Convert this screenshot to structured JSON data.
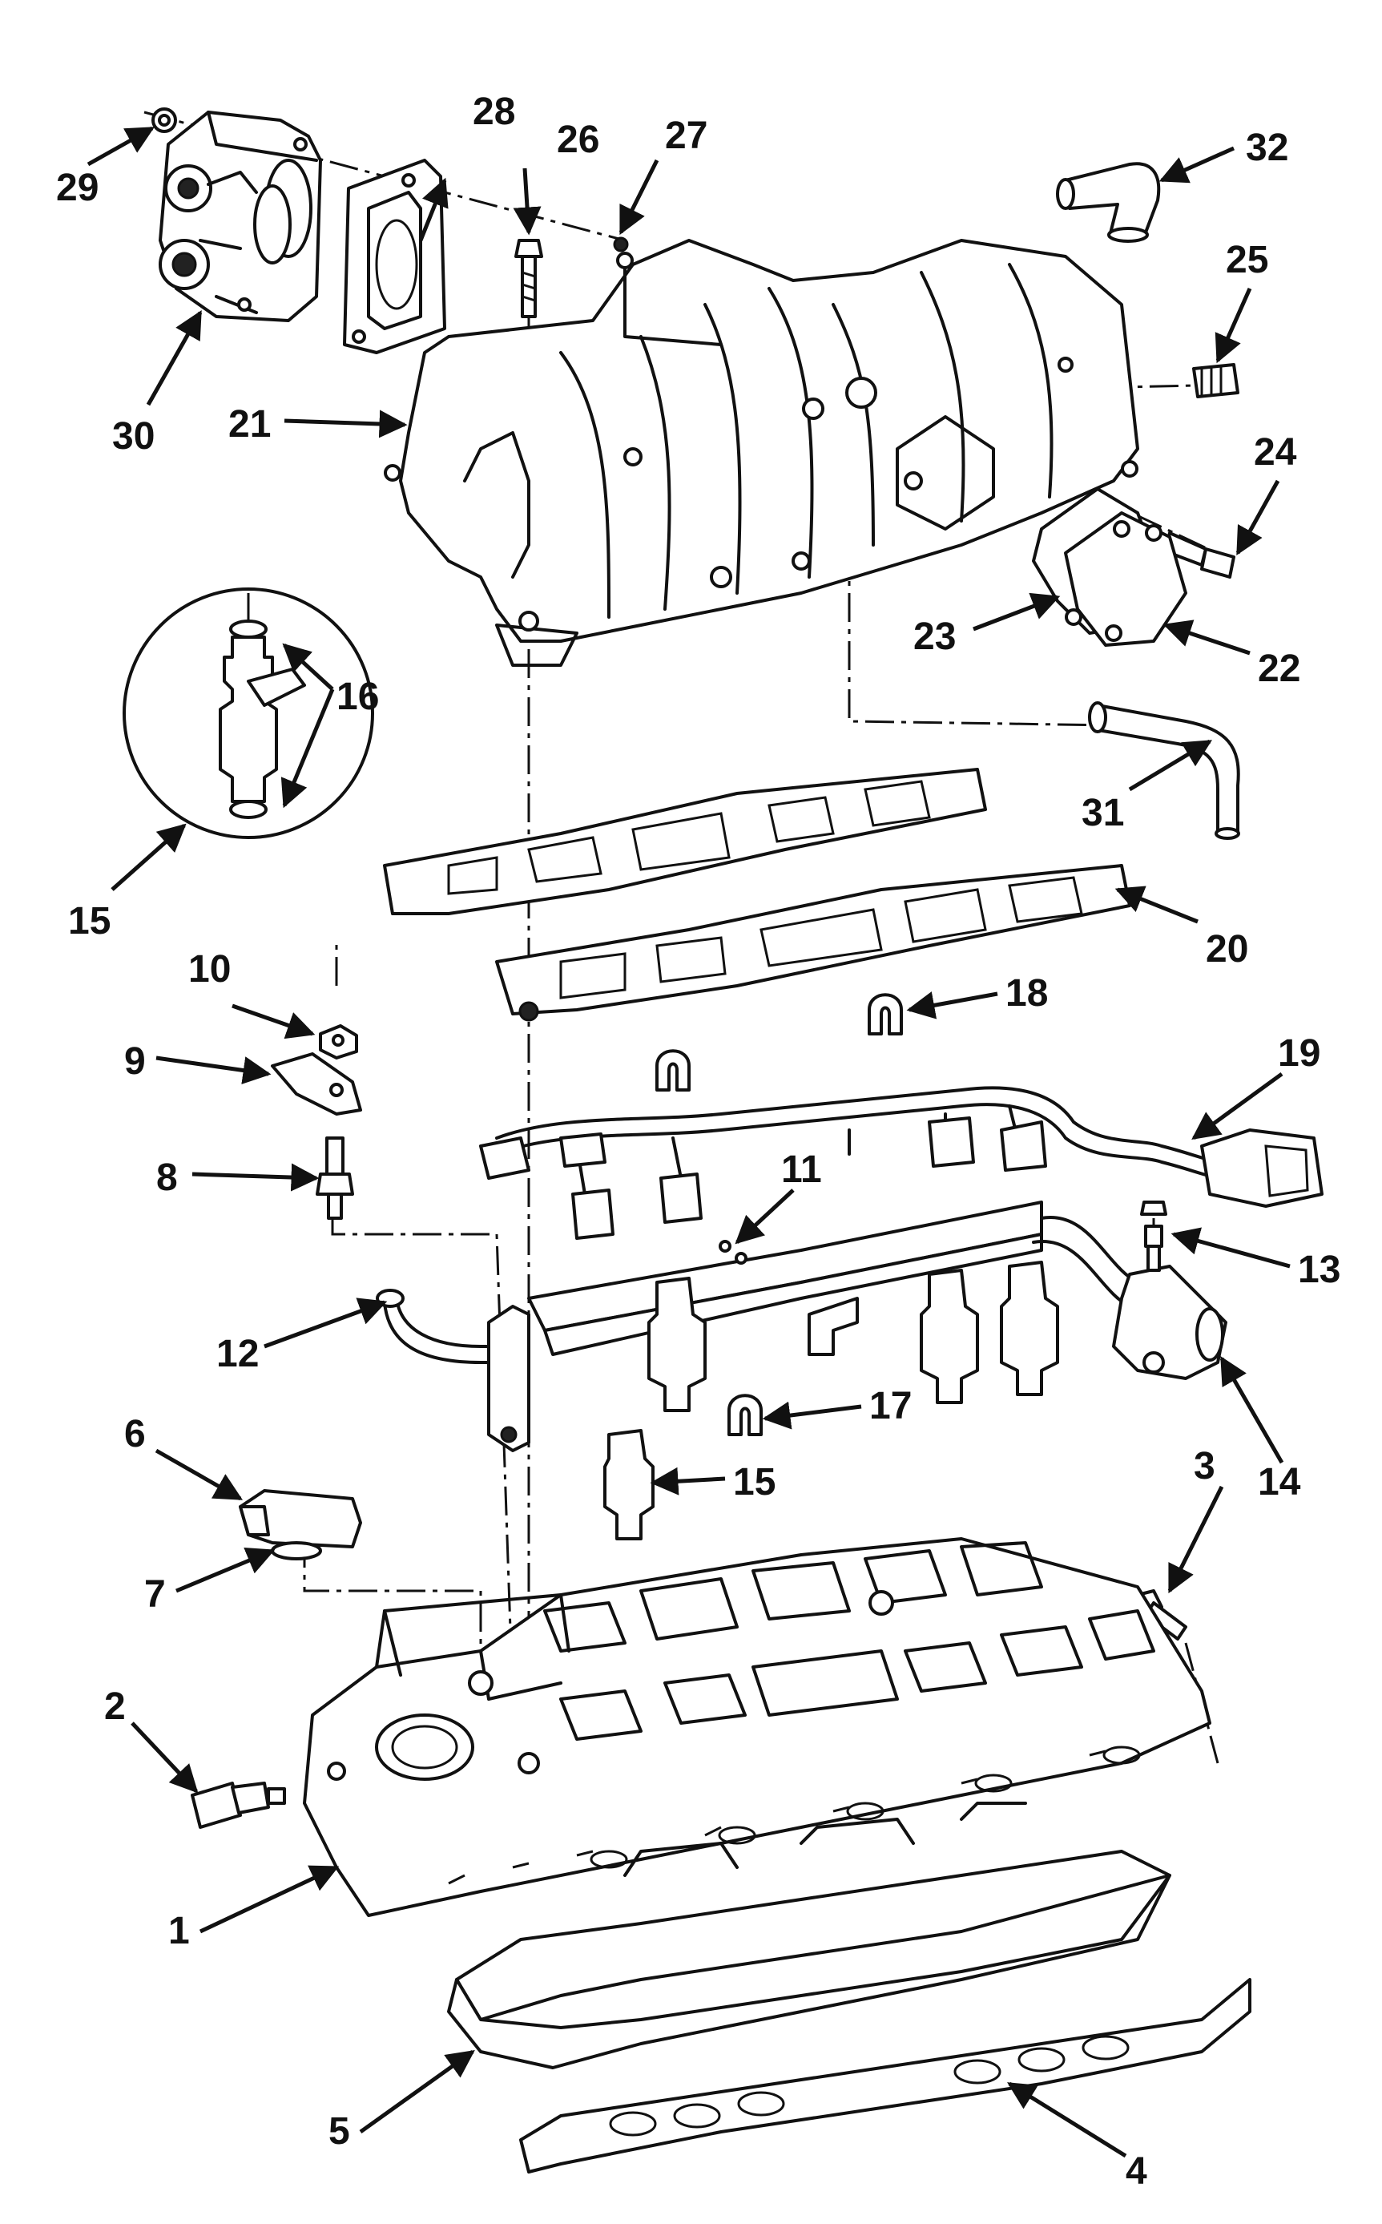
{
  "callouts": [
    {
      "id": "c1",
      "text": "1"
    },
    {
      "id": "c2",
      "text": "2"
    },
    {
      "id": "c3",
      "text": "3"
    },
    {
      "id": "c4",
      "text": "4"
    },
    {
      "id": "c5",
      "text": "5"
    },
    {
      "id": "c6",
      "text": "6"
    },
    {
      "id": "c7",
      "text": "7"
    },
    {
      "id": "c8",
      "text": "8"
    },
    {
      "id": "c9",
      "text": "9"
    },
    {
      "id": "c10",
      "text": "10"
    },
    {
      "id": "c11",
      "text": "11"
    },
    {
      "id": "c12",
      "text": "12"
    },
    {
      "id": "c13",
      "text": "13"
    },
    {
      "id": "c14",
      "text": "14"
    },
    {
      "id": "c15a",
      "text": "15"
    },
    {
      "id": "c15b",
      "text": "15"
    },
    {
      "id": "c16",
      "text": "16"
    },
    {
      "id": "c17",
      "text": "17"
    },
    {
      "id": "c18",
      "text": "18"
    },
    {
      "id": "c19",
      "text": "19"
    },
    {
      "id": "c20",
      "text": "20"
    },
    {
      "id": "c21",
      "text": "21"
    },
    {
      "id": "c22",
      "text": "22"
    },
    {
      "id": "c23",
      "text": "23"
    },
    {
      "id": "c24",
      "text": "24"
    },
    {
      "id": "c25",
      "text": "25"
    },
    {
      "id": "c26",
      "text": "26"
    },
    {
      "id": "c27",
      "text": "27"
    },
    {
      "id": "c28",
      "text": "28"
    },
    {
      "id": "c29",
      "text": "29"
    },
    {
      "id": "c30",
      "text": "30"
    },
    {
      "id": "c31",
      "text": "31"
    },
    {
      "id": "c32",
      "text": "32"
    }
  ]
}
